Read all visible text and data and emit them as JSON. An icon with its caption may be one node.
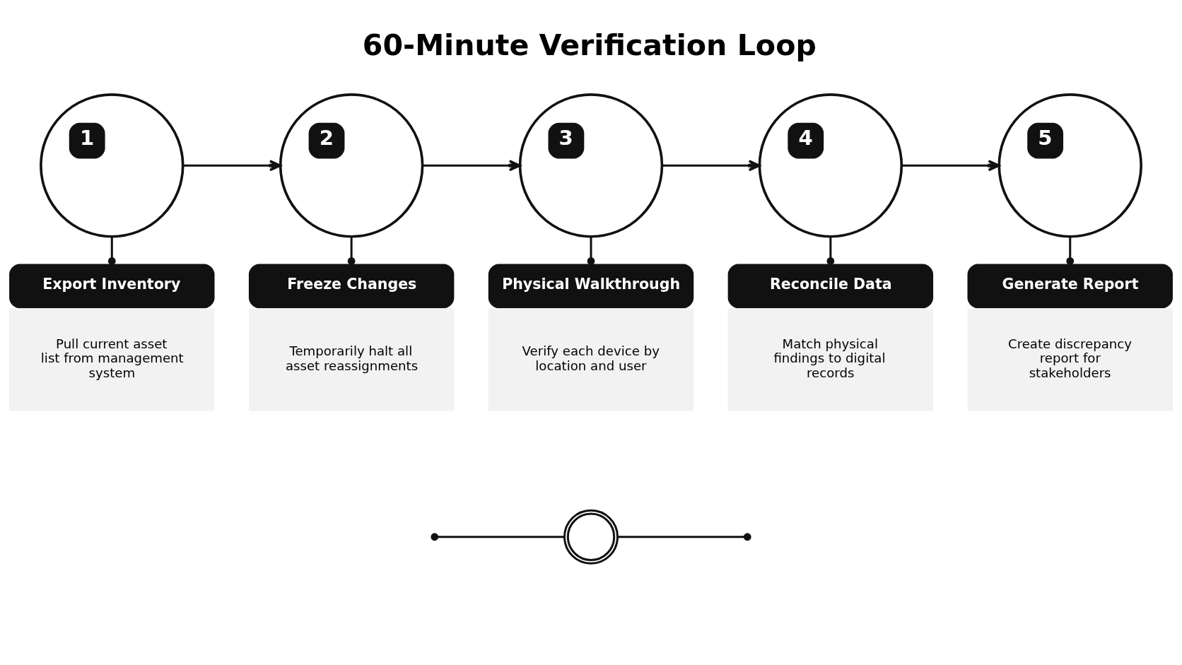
{
  "diagram": {
    "title": "60-Minute Verification Loop",
    "nodes": [
      {
        "text": [
          "1"
        ]
      },
      {
        "text": [
          "2"
        ]
      },
      {
        "text": [
          "3"
        ]
      },
      {
        "text": [
          "4"
        ]
      },
      {
        "text": [
          "5"
        ]
      },
      {
        "text": [
          "Export Inventory",
          "Pull current asset list from management system"
        ]
      },
      {
        "text": [
          "Freeze Changes",
          "Temporarily halt all asset reassignments"
        ]
      },
      {
        "text": [
          "Physical Walkthrough",
          "Verify each device by location and user"
        ]
      },
      {
        "text": [
          "Reconcile Data",
          "Match physical findings to digital records"
        ]
      },
      {
        "text": [
          "Generate Report",
          "Create discrepancy report for stakeholders"
        ]
      },
      {
        "text": [],
        "shape": "picture"
      }
    ],
    "edges": [
      {
        "from": 0,
        "to": 1,
        "arrow": "to"
      },
      {
        "from": 1,
        "to": 2,
        "arrow": "to"
      },
      {
        "from": 2,
        "to": 3,
        "arrow": "to"
      },
      {
        "from": 3,
        "to": 4,
        "arrow": "to"
      },
      {
        "from": 0,
        "to": 5,
        "arrow": "other"
      },
      {
        "from": 1,
        "to": 6,
        "arrow": "other"
      },
      {
        "from": 2,
        "to": 7,
        "arrow": "other"
      },
      {
        "from": 3,
        "to": 8,
        "arrow": "other"
      },
      {
        "from": 4,
        "to": 9,
        "arrow": "other"
      },
      {
        "from": null,
        "to": 10,
        "arrow": "other"
      },
      {
        "from": 10,
        "to": null,
        "arrow": "other"
      }
    ]
  }
}
